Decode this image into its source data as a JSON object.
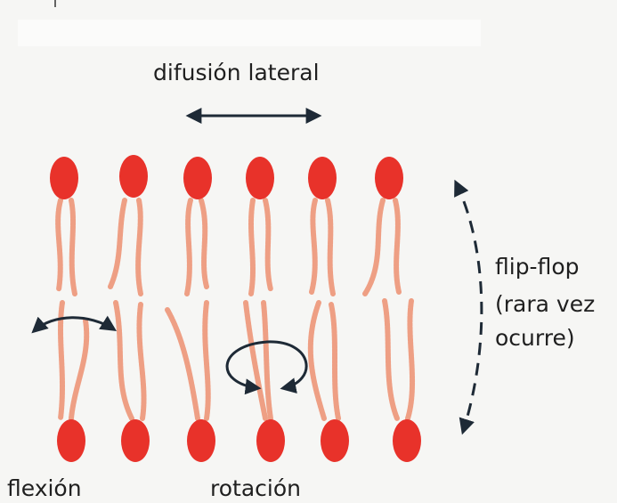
{
  "labels": {
    "lateral": "difusión lateral",
    "flip_flop": "flip-flop",
    "rara_vez": "(rara vez",
    "ocurre": "ocurre)",
    "flexion": "flexión",
    "rotacion": "rotación"
  },
  "colors": {
    "head": "#e8322a",
    "tail": "#ee9f84",
    "arrow": "#1e2a36",
    "background": "#f6f6f4"
  },
  "icons": {
    "lateral_arrow": "double-headed-arrow",
    "flexion_arrow": "curved-double-arrow",
    "rotation_arrow": "circular-arrow",
    "flip_flop_arrow": "dashed-curved-double-arrow"
  }
}
